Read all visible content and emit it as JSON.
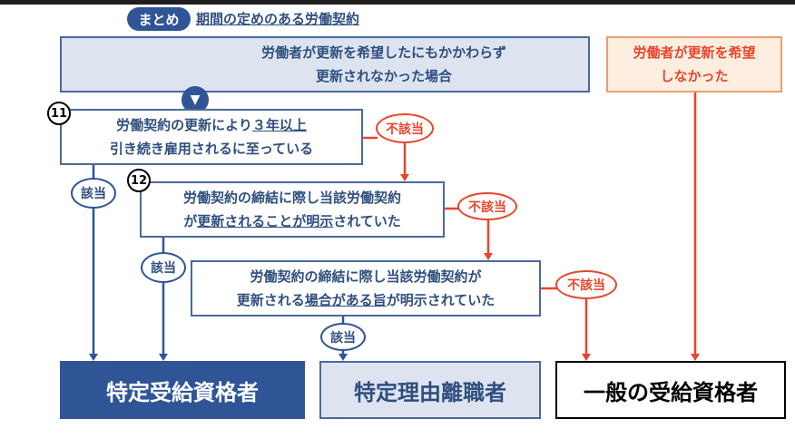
{
  "title": {
    "badge": "まとめ",
    "text": "期間の定めのある労働契約"
  },
  "start": {
    "line1": "労働者が更新を希望したにもかかわらず",
    "line2": "更新されなかった場合"
  },
  "no_wish": {
    "line1": "労働者が更新を希望",
    "line2": "しなかった"
  },
  "q11": {
    "number": "11",
    "line1_a": "労働契約の更新により",
    "line1_b": "３年以上",
    "line2": "引き続き雇用されるに至っている"
  },
  "q12": {
    "number": "12",
    "line1": "労働契約の締結に際し当該労働契約",
    "line2_a": "が",
    "line2_b": "更新されることが明示",
    "line2_c": "されていた"
  },
  "q13": {
    "line1": "労働契約の締結に際し当該労働契約が",
    "line2_a": "更新される",
    "line2_b": "場合がある旨",
    "line2_c": "が明示されていた"
  },
  "labels": {
    "yes": "該当",
    "no": "不該当"
  },
  "results": {
    "specific_eligible": "特定受給資格者",
    "specific_reason": "特定理由離職者",
    "general": "一般の受給資格者"
  }
}
